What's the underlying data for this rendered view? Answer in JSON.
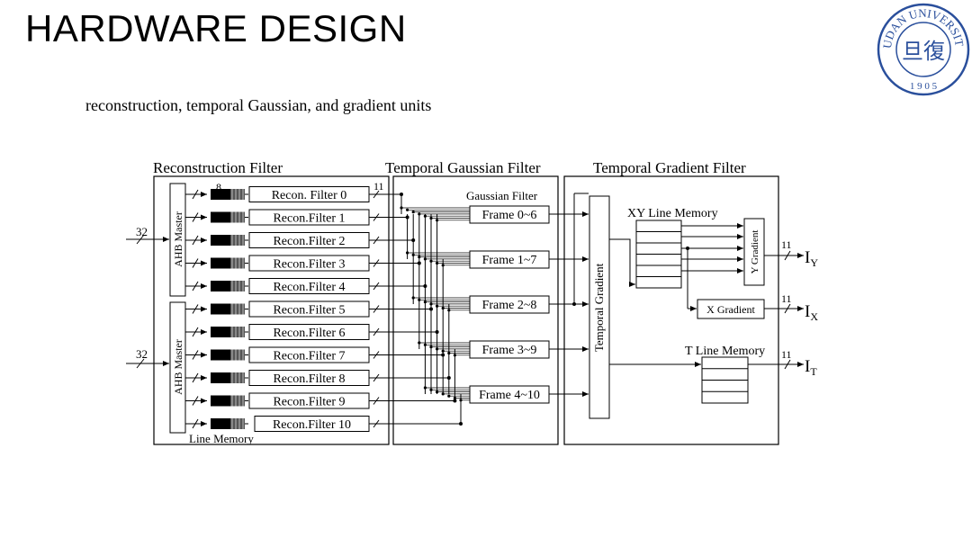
{
  "slide": {
    "title": "HARDWARE DESIGN",
    "subtitle": "reconstruction, temporal Gaussian, and gradient units"
  },
  "logo": {
    "arc_text": "FUDAN UNIVERSITY",
    "year": "1 9 0 5",
    "emblem": "旦復",
    "color": "#2a4f9c"
  },
  "diagram": {
    "sections": {
      "reconstruction": "Reconstruction Filter",
      "gaussian": "Temporal Gaussian Filter",
      "gradient": "Temporal Gradient Filter"
    },
    "ahb_master": "AHB Master",
    "line_memory": "Line Memory",
    "bus_width_in": "32",
    "bus_width_8": "8",
    "bus_width_11": "11",
    "recon_filters": [
      "Recon. Filter 0",
      "Recon.Filter 1",
      "Recon.Filter 2",
      "Recon.Filter 3",
      "Recon.Filter 4",
      "Recon.Filter 5",
      "Recon.Filter 6",
      "Recon.Filter 7",
      "Recon.Filter 8",
      "Recon.Filter 9",
      "Recon.Filter 10"
    ],
    "gaussian_filter_label": "Gaussian Filter",
    "frames": [
      "Frame 0~6",
      "Frame 1~7",
      "Frame 2~8",
      "Frame 3~9",
      "Frame 4~10"
    ],
    "temporal_gradient": "Temporal Gradient",
    "xy_line_memory": "XY Line Memory",
    "y_gradient": "Y Gradient",
    "x_gradient": "X Gradient",
    "t_line_memory": "T Line Memory",
    "outputs": [
      {
        "base": "I",
        "sub": "Y"
      },
      {
        "base": "I",
        "sub": "X"
      },
      {
        "base": "I",
        "sub": "T"
      }
    ]
  }
}
